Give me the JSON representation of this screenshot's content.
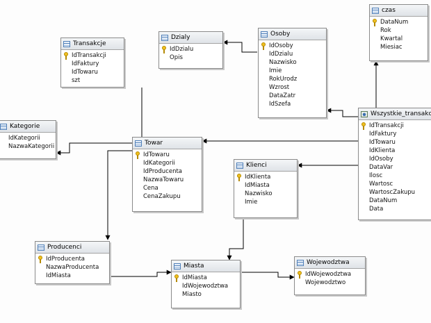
{
  "tables": {
    "czas": {
      "title": "czas",
      "columns": [
        "DataNum",
        "Rok",
        "Kwartal",
        "Miesiac"
      ],
      "keys": [
        0
      ]
    },
    "osoby": {
      "title": "Osoby",
      "columns": [
        "IdOsoby",
        "IdDzialu",
        "Nazwisko",
        "Imie",
        "RokUrodz",
        "Wzrost",
        "DataZatr",
        "IdSzefa"
      ],
      "keys": [
        0
      ]
    },
    "dzialy": {
      "title": "Dzialy",
      "columns": [
        "IdDzialu",
        "Opis"
      ],
      "keys": [
        0
      ]
    },
    "transakcje": {
      "title": "Transakcje",
      "columns": [
        "IdTransakcji",
        "IdFaktury",
        "IdTowaru",
        "szt"
      ],
      "keys": [
        0
      ]
    },
    "kategorie": {
      "title": "Kategorie",
      "columns": [
        "IdKategorii",
        "NazwaKategorii"
      ],
      "keys": []
    },
    "towar": {
      "title": "Towar",
      "columns": [
        "IdTowaru",
        "IdKategorii",
        "IdProducenta",
        "NazwaTowaru",
        "Cena",
        "CenaZakupu"
      ],
      "keys": [
        0
      ]
    },
    "wszystkie": {
      "title": "Wszystkie_transakcje",
      "columns": [
        "IdTransakcji",
        "IdFaktury",
        "IdTowaru",
        "IdKlienta",
        "IdOsoby",
        "DataVar",
        "Ilosc",
        "Wartosc",
        "WartoscZakupu",
        "DataNum",
        "Data"
      ],
      "keys": [
        0
      ],
      "view": true
    },
    "klienci": {
      "title": "Klienci",
      "columns": [
        "IdKlienta",
        "IdMiasta",
        "Nazwisko",
        "Imie"
      ],
      "keys": [
        0
      ]
    },
    "producenci": {
      "title": "Producenci",
      "columns": [
        "IdProducenta",
        "NazwaProducenta",
        "IdMiasta"
      ],
      "keys": [
        0
      ]
    },
    "miasta": {
      "title": "Miasta",
      "columns": [
        "IdMiasta",
        "IdWojewodztwa",
        "Miasto"
      ],
      "keys": [
        0
      ]
    },
    "wojewodztwa": {
      "title": "Wojewodztwa",
      "columns": [
        "IdWojewodztwa",
        "Wojewodztwo"
      ],
      "keys": [
        0
      ]
    }
  },
  "colors": {
    "line": "#000000",
    "header_border": "#8a8a8a",
    "key": "#f0c020"
  }
}
